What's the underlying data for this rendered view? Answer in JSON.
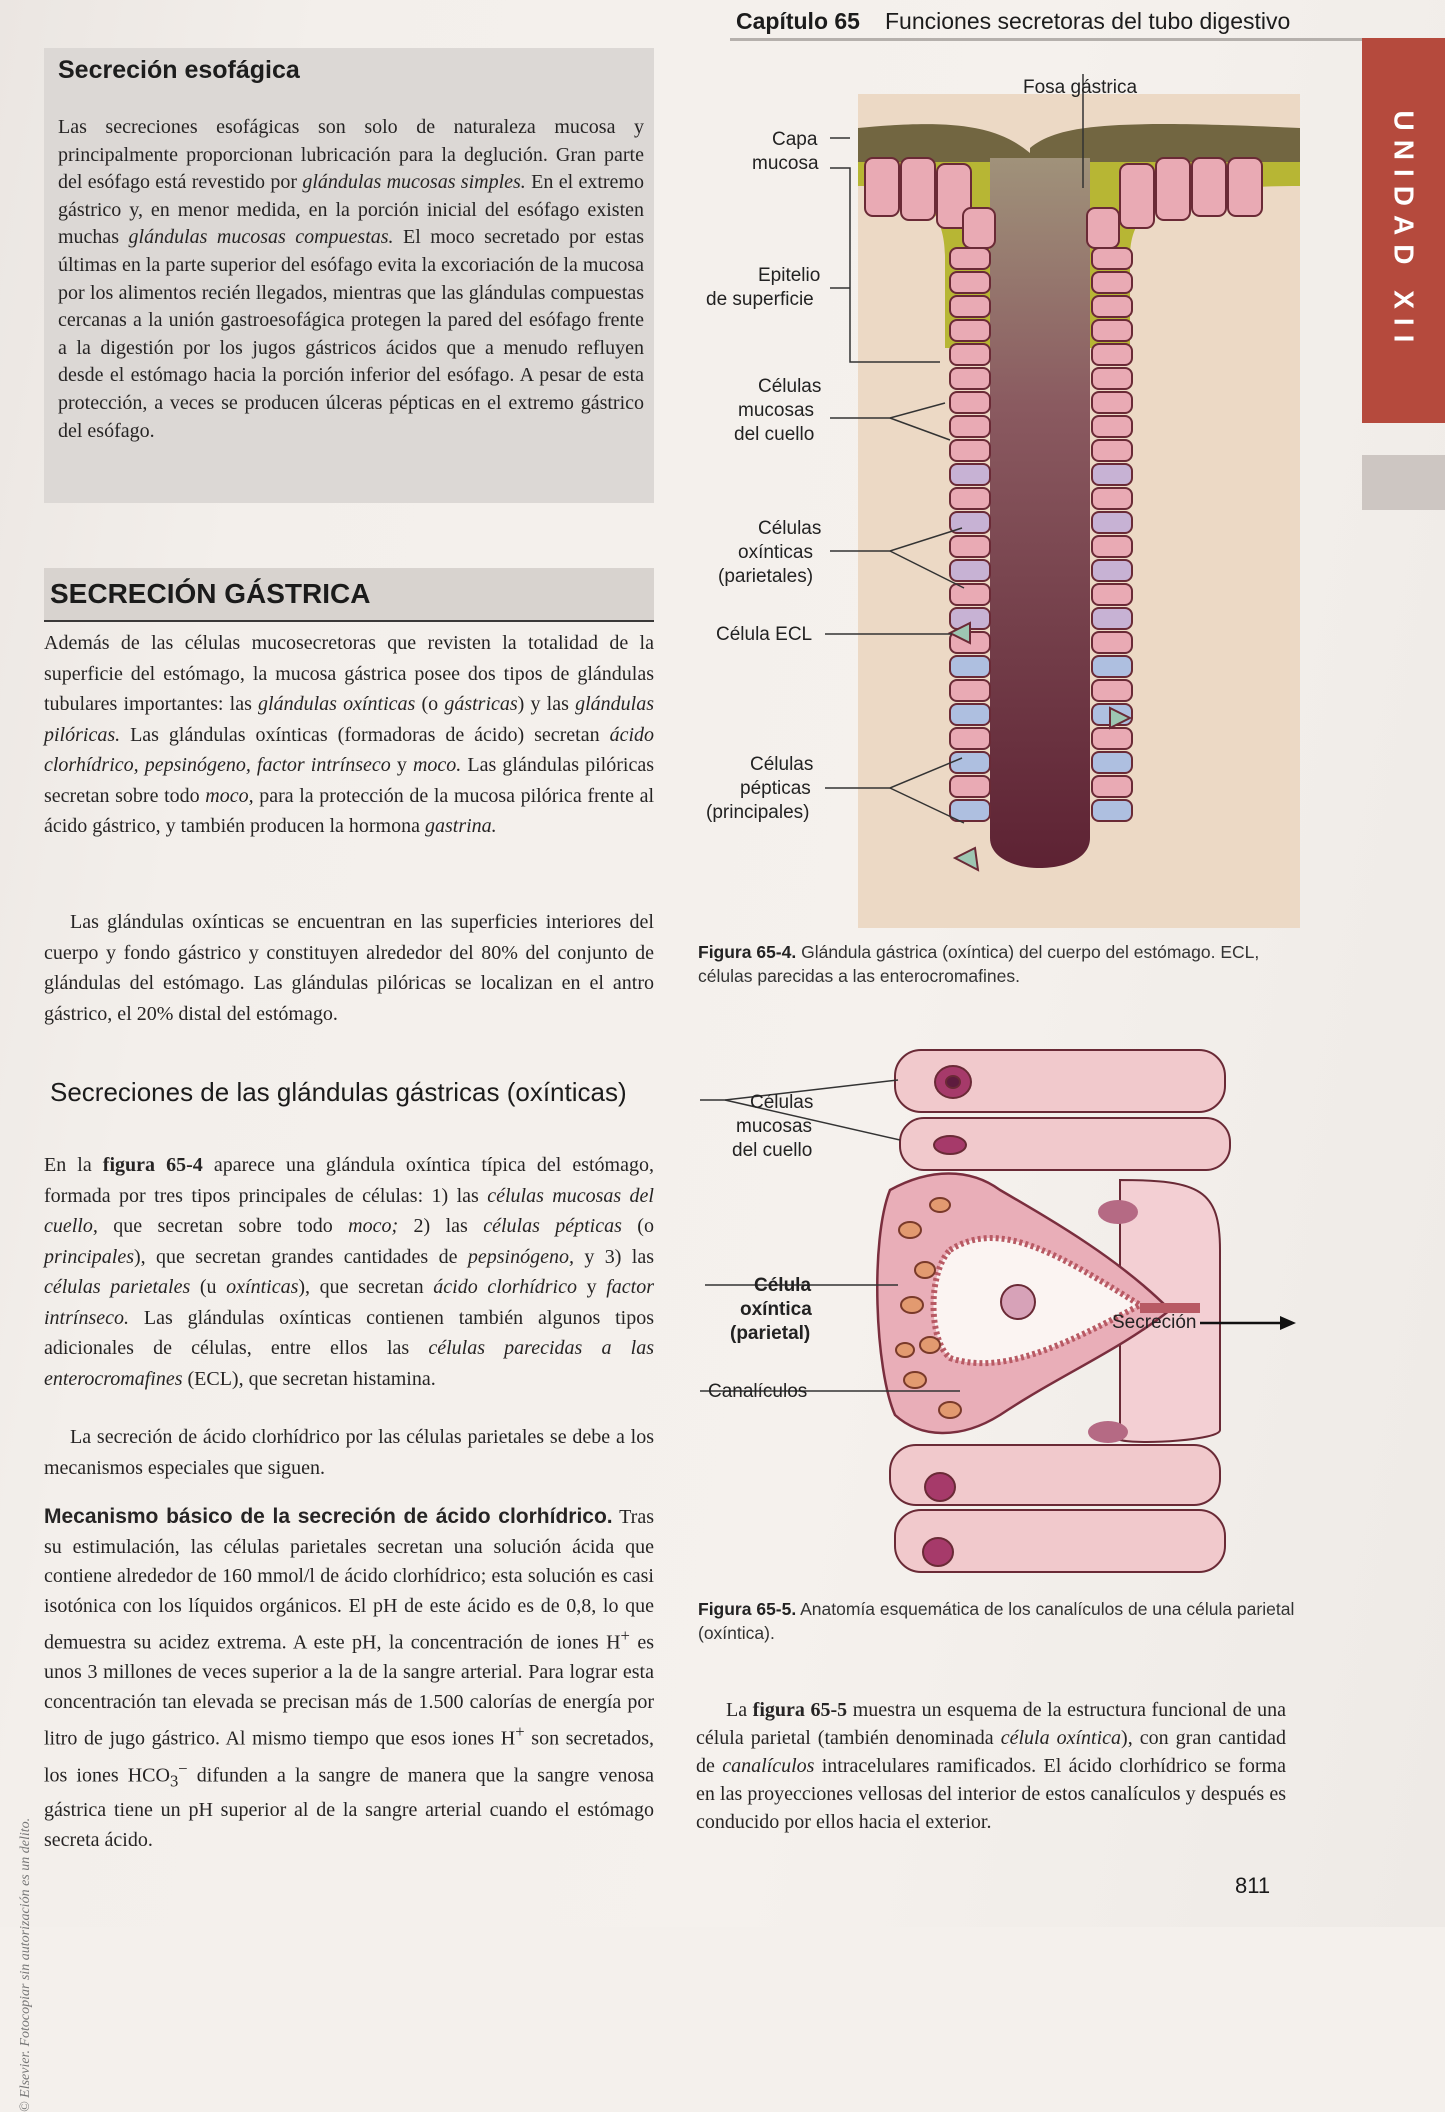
{
  "header": {
    "chapter": "Capítulo 65",
    "title": "Funciones secretoras del tubo digestivo"
  },
  "unit_tab": "UNIDAD XII",
  "box": {
    "title": "Secreción esofágica",
    "text": [
      "Las secreciones esofágicas son solo de naturaleza mucosa y principalmente proporcionan lubricación para la deglución. Gran parte del esófago está revestido por ",
      "glándulas mucosas simples.",
      " En el extremo gástrico y, en menor medida, en la porción inicial del esófago existen muchas ",
      "glándulas mucosas compuestas.",
      " El moco secretado por estas últimas en la parte superior del esófago evita la excoriación de la mucosa por los alimentos recién llegados, mientras que las glándulas compuestas cercanas a la unión gastroesofágica protegen la pared del esófago frente a la digestión por los jugos gástricos ácidos que a menudo refluyen desde el estómago hacia la porción inferior del esófago. A pesar de esta protección, a veces se producen úlceras pépticas en el extremo gástrico del esófago."
    ]
  },
  "section_title": "SECRECIÓN GÁSTRICA",
  "p1": [
    "Además de las células mucosecretoras que revisten la totalidad de la superficie del estómago, la mucosa gástrica posee dos tipos de glándulas tubulares importantes: las ",
    "glándulas oxínticas",
    " (o ",
    "gástricas",
    ") y las ",
    "glándulas pilóricas.",
    " Las glándulas oxínticas (formadoras de ácido) secretan ",
    "ácido clorhídrico, pepsinógeno, factor intrínseco",
    " y ",
    "moco.",
    " Las glándulas pilóricas secretan sobre todo ",
    "moco,",
    " para la protección de la mucosa pilórica frente al ácido gástrico, y también producen la hormona ",
    "gastrina."
  ],
  "p2": "Las glándulas oxínticas se encuentran en las superficies interiores del cuerpo y fondo gástrico y constituyen alrededor del 80% del conjunto de glándulas del estómago. Las glándulas pilóricas se localizan en el antro gástrico, el 20% distal del estómago.",
  "h2": "Secreciones de las glándulas gástricas (oxínticas)",
  "p3": [
    "En la ",
    "figura 65-4",
    " aparece una glándula oxíntica típica del estómago, formada por tres tipos principales de células: 1) las ",
    "células mucosas del cuello,",
    " que secretan sobre todo ",
    "moco;",
    " 2) las ",
    "células pépticas",
    " (o ",
    "principales",
    "), que secretan grandes cantidades de ",
    "pepsinógeno,",
    " y 3) las ",
    "células parietales",
    " (u ",
    "oxínticas",
    "), que secretan ",
    "ácido clorhídrico",
    " y ",
    "factor intrínseco.",
    " Las glándulas oxínticas contienen también algunos tipos adicionales de células, entre ellos las ",
    "células parecidas a las enterocromafines",
    " (ECL), que secretan histamina."
  ],
  "p4": "La secreción de ácido clorhídrico por las células parietales se debe a los mecanismos especiales que siguen.",
  "p5_head": "Mecanismo básico de la secreción de ácido clorhídrico.",
  "p5": [
    "Tras su estimulación, las células parietales secretan una solución ácida que contiene alrededor de 160 mmol/l de ácido clorhídrico; esta solución es casi isotónica con los líquidos orgánicos. El pH de este ácido es de 0,8, lo que demuestra su acidez extrema. A este pH, la concentración de iones H",
    "+",
    " es unos 3 millones de veces superior a la de la sangre arterial. Para lograr esta concentración tan elevada se precisan más de 1.500 calorías de energía por litro de jugo gástrico. Al mismo tiempo que esos iones H",
    "+",
    " son secretados, los iones HCO",
    "3",
    "−",
    " difunden a la sangre de manera que la sangre venosa gástrica tiene un pH superior al de la sangre arterial cuando el estómago secreta ácido."
  ],
  "footnote": "© Elsevier. Fotocopiar sin autorización es un delito.",
  "fig4": {
    "labels": {
      "fosa": "Fosa gástrica",
      "capa1": "Capa",
      "capa2": "mucosa",
      "epi1": "Epitelio",
      "epi2": "de superficie",
      "muc1": "Células",
      "muc2": "mucosas",
      "muc3": "del cuello",
      "oxi1": "Células",
      "oxi2": "oxínticas",
      "oxi3": "(parietales)",
      "ecl": "Célula ECL",
      "pep1": "Células",
      "pep2": "pépticas",
      "pep3": "(principales)"
    },
    "caption_num": "Figura 65-4.",
    "caption_text": " Glándula gástrica (oxíntica) del cuerpo del estómago. ECL, células parecidas a las enterocromafines."
  },
  "fig5": {
    "labels": {
      "muc1": "Células",
      "muc2": "mucosas",
      "muc3": "del cuello",
      "cel1": "Célula",
      "cel2": "oxíntica",
      "cel3": "(parietal)",
      "secrecion": "Secreción",
      "canaliculos": "Canalículos"
    },
    "caption_num": "Figura 65-5.",
    "caption_text": " Anatomía esquemática de los canalículos de una célula parietal (oxíntica)."
  },
  "p6": [
    "La ",
    "figura 65-5",
    " muestra un esquema de la estructura funcional de una célula parietal (también denominada ",
    "célula oxíntica",
    "), con gran cantidad de ",
    "canalículos",
    " intracelulares ramificados. El ácido clorhídrico se forma en las proyecciones vellosas del interior de estos canalículos y después es conducido por ellos hacia el exterior."
  ],
  "page_number": "811"
}
